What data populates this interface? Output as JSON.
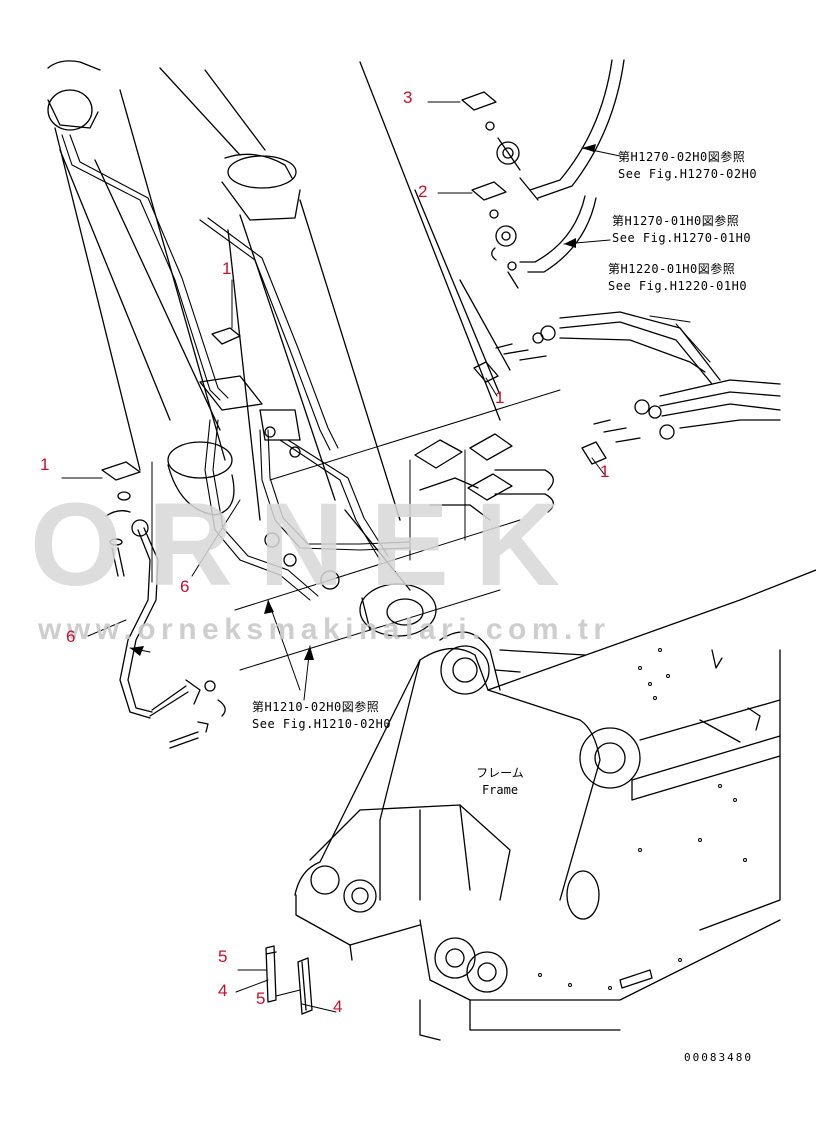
{
  "watermark": {
    "brand": "ORNEK",
    "url": "www.orneksmakinalari.com.tr"
  },
  "callouts": [
    "3",
    "2",
    "1",
    "1",
    "1",
    "1",
    "6",
    "6",
    "5",
    "4",
    "5",
    "4"
  ],
  "references": {
    "ref_h1270_02": {
      "jp": "第H1270-02H0図参照",
      "en": "See Fig.H1270-02H0"
    },
    "ref_h1270_01": {
      "jp": "第H1270-01H0図参照",
      "en": "See Fig.H1270-01H0"
    },
    "ref_h1220_01": {
      "jp": "第H1220-01H0図参照",
      "en": "See Fig.H1220-01H0"
    },
    "ref_h1210_02": {
      "jp": "第H1210-02H0図参照",
      "en": "See Fig.H1210-02H0"
    }
  },
  "frame_label": {
    "jp": "フレーム",
    "en": "Frame"
  },
  "document_number": "00083480",
  "colors": {
    "callout": "#c8102e",
    "line": "#000000",
    "watermark": "#d0d0d0"
  }
}
